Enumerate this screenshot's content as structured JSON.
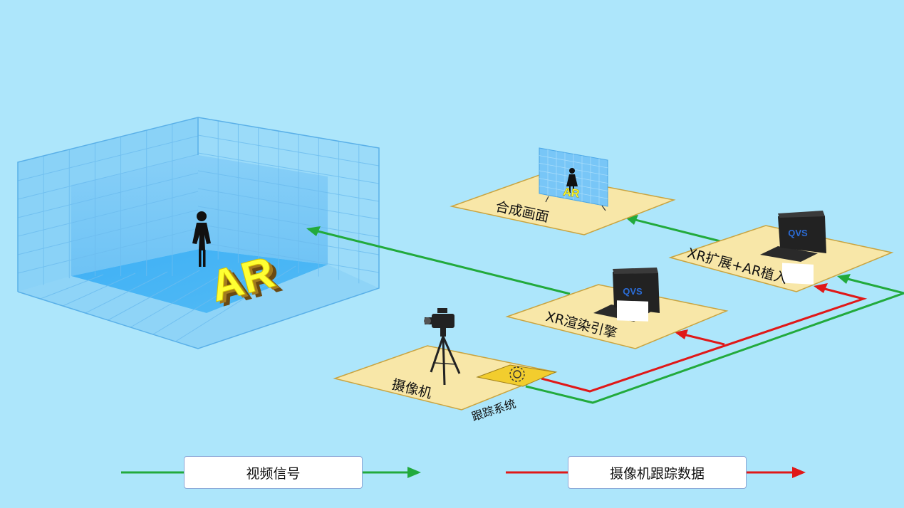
{
  "studio": {
    "ar_label": "AR"
  },
  "nodes": {
    "composite": {
      "label": "合成画面",
      "ar_label": "AR"
    },
    "xr_extend": {
      "label": "XR扩展+AR植入",
      "device_brand": "QVS"
    },
    "xr_render": {
      "label": "XR渲染引擎",
      "device_brand": "QVS"
    },
    "camera": {
      "label": "摄像机"
    },
    "tracking": {
      "label": "跟踪系统"
    }
  },
  "legend": {
    "video": {
      "label": "视频信号",
      "color": "#22aa3c"
    },
    "tracking": {
      "label": "摄像机跟踪数据",
      "color": "#e01818"
    }
  }
}
